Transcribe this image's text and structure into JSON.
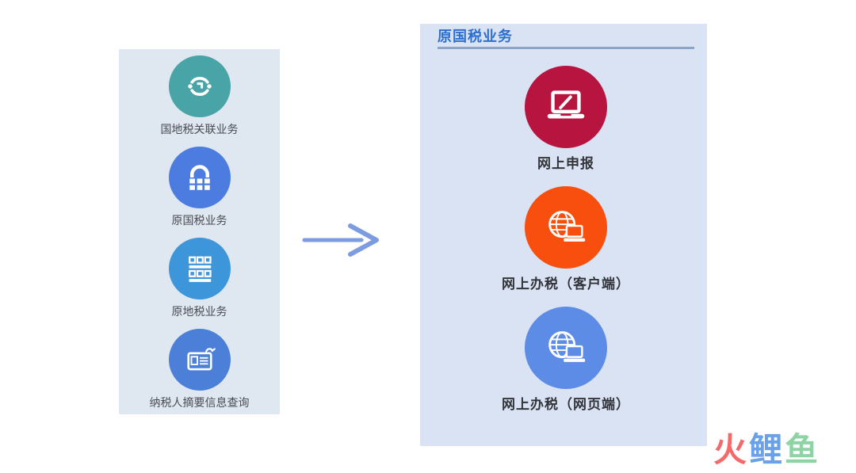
{
  "left_panel": {
    "background": "#dfe7f1",
    "items": [
      {
        "label": "国地税关联业务",
        "icon": "sync-phones-icon",
        "color": "#48a4a6"
      },
      {
        "label": "原国税业务",
        "icon": "building-icon",
        "color": "#4c7ce0"
      },
      {
        "label": "原地税业务",
        "icon": "grid-blocks-icon",
        "color": "#3e96da"
      },
      {
        "label": "纳税人摘要信息查询",
        "icon": "id-card-icon",
        "color": "#4c80d8"
      }
    ]
  },
  "arrow": {
    "icon": "right-arrow-icon",
    "color": "#7c9be0"
  },
  "right_panel": {
    "background": "#d9e3f4",
    "title": "原国税业务",
    "title_color": "#2d6fce",
    "divider_color": "#8ca5c6",
    "items": [
      {
        "label": "网上申报",
        "icon": "laptop-pen-icon",
        "color": "#b7143f"
      },
      {
        "label": "网上办税（客户端）",
        "icon": "globe-laptop-icon",
        "color": "#f84f0e"
      },
      {
        "label": "网上办税（网页端）",
        "icon": "globe-laptop-icon",
        "color": "#5d8ce6"
      }
    ]
  },
  "watermark": {
    "characters": [
      {
        "char": "火",
        "color": "#f4696a"
      },
      {
        "char": "鲤",
        "color": "#6aa1e8"
      },
      {
        "char": "鱼",
        "color": "#8ed3a3"
      }
    ]
  }
}
